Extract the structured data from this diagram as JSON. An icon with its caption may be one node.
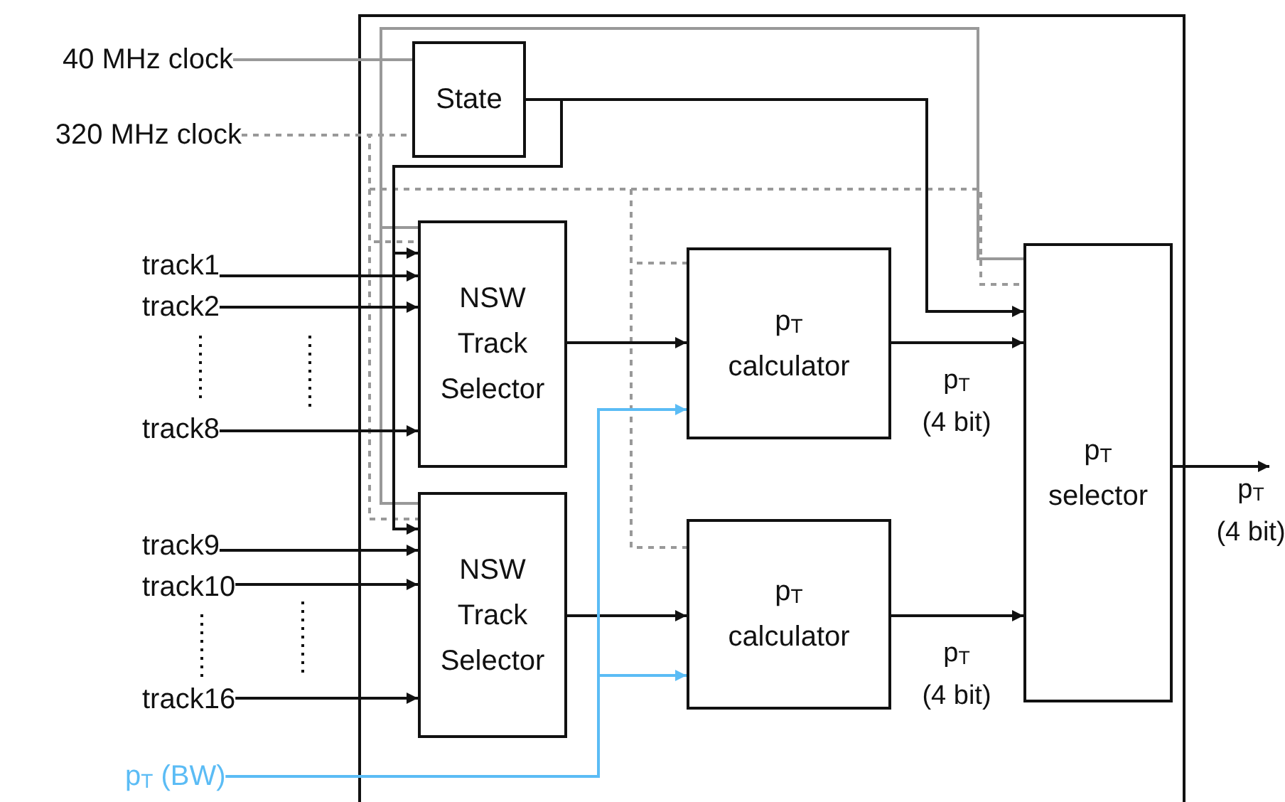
{
  "diagram": {
    "nodes": [
      {
        "text": [],
        "shape": "box"
      },
      {
        "text": [
          "40 MHz clock"
        ]
      },
      {
        "text": [
          "320 MHz clock"
        ]
      },
      {
        "text": [
          "State"
        ],
        "in": 0
      },
      {
        "text": [
          "NSW Track Selector"
        ],
        "in": 0
      },
      {
        "text": [
          "NSW Track Selector"
        ],
        "in": 0
      },
      {
        "text": [
          "p$_{T}$ calculator"
        ],
        "in": 0
      },
      {
        "text": [
          "p$_{T}$ calculator"
        ],
        "in": 0
      },
      {
        "text": [
          "p$_{T}$ selector"
        ],
        "in": 0
      },
      {
        "text": [
          "track1"
        ]
      },
      {
        "text": [
          "track2"
        ]
      },
      {
        "text": [
          "track8"
        ]
      },
      {
        "text": [
          "track9"
        ]
      },
      {
        "text": [
          "track10"
        ]
      },
      {
        "text": [
          "track16"
        ]
      },
      {
        "text": [
          "p$_{T}$ (BW)"
        ]
      }
    ],
    "edges": [
      {
        "from": 1,
        "to": 3,
        "arrow": "none",
        "color": "#999999"
      },
      {
        "from": 1,
        "to": 4,
        "arrow": "none",
        "color": "#999999"
      },
      {
        "from": 1,
        "to": 5,
        "arrow": "none",
        "color": "#999999"
      },
      {
        "from": 1,
        "to": 8,
        "arrow": "none",
        "color": "#999999"
      },
      {
        "from": 2,
        "to": 3,
        "arrow": "none",
        "style": "dashed",
        "color": "#999999"
      },
      {
        "from": 2,
        "to": 4,
        "arrow": "none",
        "style": "dashed",
        "color": "#999999"
      },
      {
        "from": 2,
        "to": 5,
        "arrow": "none",
        "style": "dashed",
        "color": "#999999"
      },
      {
        "from": 2,
        "to": 6,
        "arrow": "none",
        "style": "dashed",
        "color": "#999999"
      },
      {
        "from": 2,
        "to": 7,
        "arrow": "none",
        "style": "dashed",
        "color": "#999999"
      },
      {
        "from": 2,
        "to": 8,
        "arrow": "none",
        "style": "dashed",
        "color": "#999999"
      },
      {
        "from": 3,
        "to": 4,
        "arrow": "to"
      },
      {
        "from": 3,
        "to": 5,
        "arrow": "to"
      },
      {
        "from": 3,
        "to": 8,
        "arrow": "to"
      },
      {
        "from": 9,
        "to": 4,
        "arrow": "to"
      },
      {
        "from": 10,
        "to": 4,
        "arrow": "to"
      },
      {
        "from": 11,
        "to": 4,
        "arrow": "to"
      },
      {
        "from": 12,
        "to": 5,
        "arrow": "to"
      },
      {
        "from": 13,
        "to": 5,
        "arrow": "to"
      },
      {
        "from": 14,
        "to": 5,
        "arrow": "to"
      },
      {
        "from": 4,
        "to": 6,
        "arrow": "to"
      },
      {
        "from": 5,
        "to": 7,
        "arrow": "to"
      },
      {
        "from": 15,
        "to": 6,
        "arrow": "to",
        "color": "#5bbcf5"
      },
      {
        "from": 15,
        "to": 7,
        "arrow": "to",
        "color": "#5bbcf5"
      },
      {
        "from": 6,
        "to": 8,
        "arrow": "to",
        "label": "p$_{T}$ (4 bit)"
      },
      {
        "from": 7,
        "to": 8,
        "arrow": "to",
        "label": "p$_{T}$ (4 bit)"
      },
      {
        "from": 8,
        "to": null,
        "arrow": "to",
        "label": "p$_{T}$ (4 bit)"
      }
    ]
  }
}
